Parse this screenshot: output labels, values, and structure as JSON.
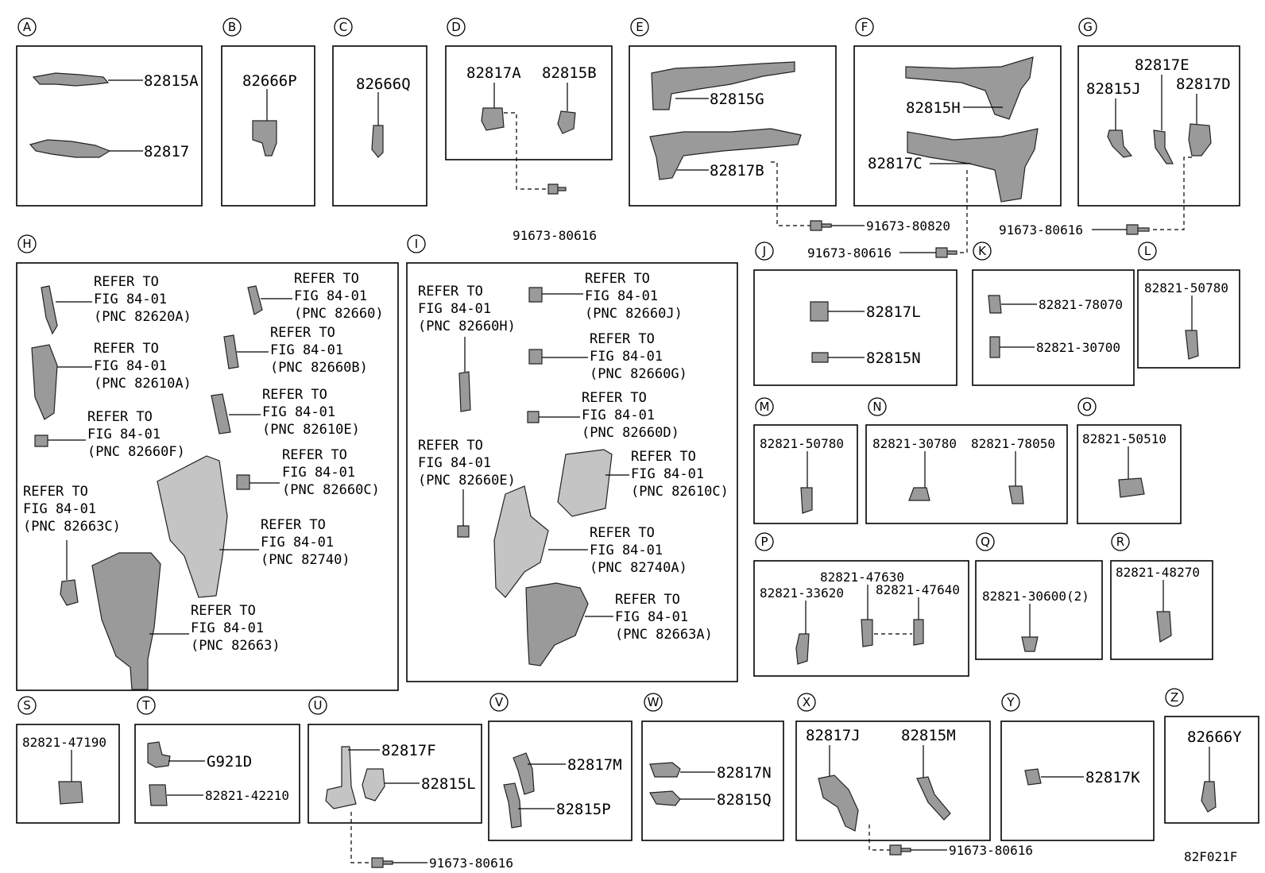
{
  "figure_code": "82F021F",
  "sections": {
    "A": {
      "letter": "A",
      "parts": [
        "82815A",
        "82817"
      ]
    },
    "B": {
      "letter": "B",
      "parts": [
        "82666P"
      ]
    },
    "C": {
      "letter": "C",
      "parts": [
        "82666Q"
      ]
    },
    "D": {
      "letter": "D",
      "parts": [
        "82817A",
        "82815B"
      ],
      "bolt": "91673-80616"
    },
    "E": {
      "letter": "E",
      "parts": [
        "82815G",
        "82817B"
      ],
      "bolt": "91673-80820"
    },
    "F": {
      "letter": "F",
      "parts": [
        "82815H",
        "82817C"
      ],
      "bolt": "91673-80616"
    },
    "G": {
      "letter": "G",
      "parts": [
        "82817E",
        "82815J",
        "82817D"
      ],
      "bolt": "91673-80616"
    },
    "H": {
      "letter": "H",
      "refs": [
        [
          "REFER TO",
          "FIG 84-01",
          "(PNC 82620A)"
        ],
        [
          "REFER TO",
          "FIG 84-01",
          "(PNC 82660)"
        ],
        [
          "REFER TO",
          "FIG 84-01",
          "(PNC 82660B)"
        ],
        [
          "REFER TO",
          "FIG 84-01",
          "(PNC 82610A)"
        ],
        [
          "REFER TO",
          "FIG 84-01",
          "(PNC 82610E)"
        ],
        [
          "REFER TO",
          "FIG 84-01",
          "(PNC 82660F)"
        ],
        [
          "REFER TO",
          "FIG 84-01",
          "(PNC 82660C)"
        ],
        [
          "REFER TO",
          "FIG 84-01",
          "(PNC 82663C)"
        ],
        [
          "REFER TO",
          "FIG 84-01",
          "(PNC 82740)"
        ],
        [
          "REFER TO",
          "FIG 84-01",
          "(PNC 82663)"
        ]
      ]
    },
    "I": {
      "letter": "I",
      "refs": [
        [
          "REFER TO",
          "FIG 84-01",
          "(PNC 82660H)"
        ],
        [
          "REFER TO",
          "FIG 84-01",
          "(PNC 82660J)"
        ],
        [
          "REFER TO",
          "FIG 84-01",
          "(PNC 82660G)"
        ],
        [
          "REFER TO",
          "FIG 84-01",
          "(PNC 82660D)"
        ],
        [
          "REFER TO",
          "FIG 84-01",
          "(PNC 82660E)"
        ],
        [
          "REFER TO",
          "FIG 84-01",
          "(PNC 82610C)"
        ],
        [
          "REFER TO",
          "FIG 84-01",
          "(PNC 82740A)"
        ],
        [
          "REFER TO",
          "FIG 84-01",
          "(PNC 82663A)"
        ]
      ]
    },
    "J": {
      "letter": "J",
      "parts": [
        "82817L",
        "82815N"
      ]
    },
    "K": {
      "letter": "K",
      "parts": [
        "82821-78070",
        "82821-30700"
      ]
    },
    "L": {
      "letter": "L",
      "parts": [
        "82821-50780"
      ]
    },
    "M": {
      "letter": "M",
      "parts": [
        "82821-50780"
      ]
    },
    "N": {
      "letter": "N",
      "parts": [
        "82821-30780",
        "82821-78050"
      ]
    },
    "O": {
      "letter": "O",
      "parts": [
        "82821-50510"
      ]
    },
    "P": {
      "letter": "P",
      "parts": [
        "82821-47630",
        "82821-33620",
        "82821-47640"
      ]
    },
    "Q": {
      "letter": "Q",
      "parts": [
        "82821-30600(2)"
      ]
    },
    "R": {
      "letter": "R",
      "parts": [
        "82821-48270"
      ]
    },
    "S": {
      "letter": "S",
      "parts": [
        "82821-47190"
      ]
    },
    "T": {
      "letter": "T",
      "parts": [
        "G921D",
        "82821-42210"
      ]
    },
    "U": {
      "letter": "U",
      "parts": [
        "82817F",
        "82815L"
      ],
      "bolt": "91673-80616"
    },
    "V": {
      "letter": "V",
      "parts": [
        "82817M",
        "82815P"
      ]
    },
    "W": {
      "letter": "W",
      "parts": [
        "82817N",
        "82815Q"
      ]
    },
    "X": {
      "letter": "X",
      "parts": [
        "82817J",
        "82815M"
      ],
      "bolt": "91673-80616"
    },
    "Y": {
      "letter": "Y",
      "parts": [
        "82817K"
      ]
    },
    "Z": {
      "letter": "Z",
      "parts": [
        "82666Y"
      ]
    }
  }
}
